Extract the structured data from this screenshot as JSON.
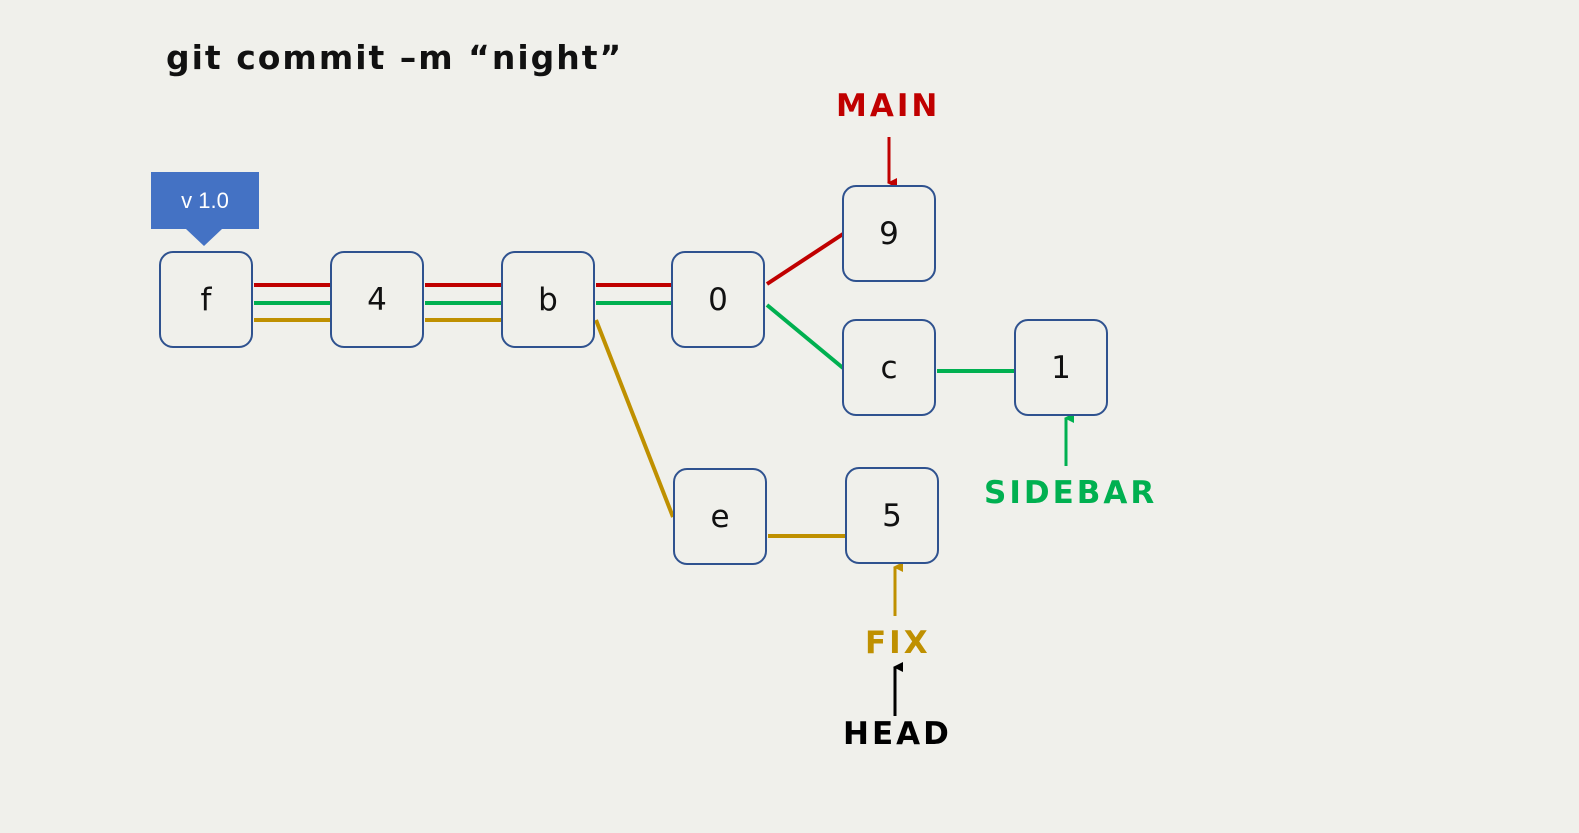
{
  "title": "git commit –m “night”",
  "tag": {
    "label": "v 1.0",
    "color": "#4472c4"
  },
  "commits": {
    "f": "f",
    "c4": "4",
    "b": "b",
    "c0": "0",
    "c9": "9",
    "c": "c",
    "c1": "1",
    "e": "e",
    "c5": "5"
  },
  "branches": {
    "main": {
      "label": "MAIN",
      "color": "#c00000"
    },
    "sidebar": {
      "label": "SIDEBAR",
      "color": "#00b050"
    },
    "fix": {
      "label": "FIX",
      "color": "#bf9000"
    }
  },
  "head": {
    "label": "HEAD",
    "color": "#000000"
  },
  "colors": {
    "node_border": "#2f528f",
    "background": "#f0f0eb"
  }
}
